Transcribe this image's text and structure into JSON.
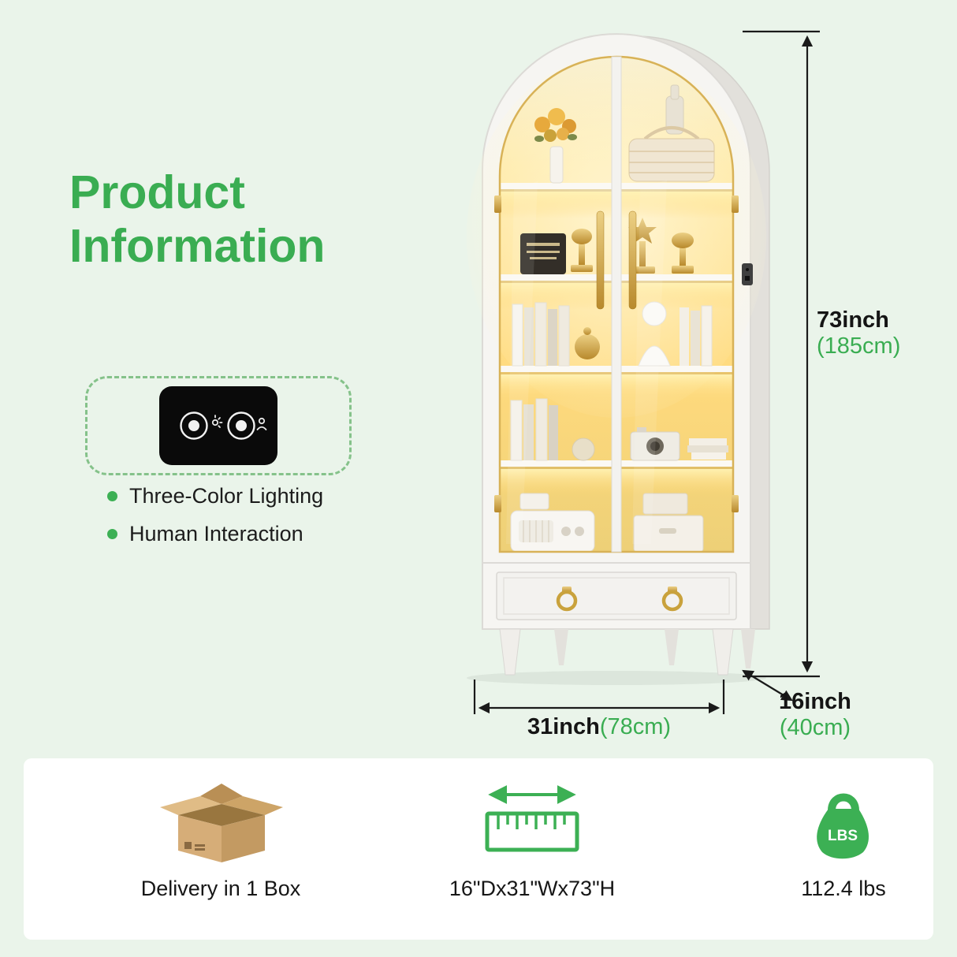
{
  "header": {
    "title_line1": "Product",
    "title_line2": "Information"
  },
  "features": {
    "items": [
      "Three-Color Lighting",
      "Human Interaction"
    ]
  },
  "dimensions": {
    "height_in": "73inch",
    "height_cm": "(185cm)",
    "width_in": "31inch",
    "width_cm": "(78cm)",
    "depth_in": "16inch",
    "depth_cm": "(40cm)"
  },
  "footer": {
    "delivery_label": "Delivery in 1 Box",
    "size_label": "16\"Dx31\"Wx73\"H",
    "weight_label": "112.4 lbs",
    "weight_icon_text": "LBS"
  },
  "icons": {
    "remote": "two-ring-buttons-remote",
    "box": "cardboard-delivery-box",
    "ruler": "ruler-with-width-arrow",
    "weight": "kettlebell-lbs-weight"
  },
  "colors": {
    "accent_green": "#3cb054",
    "title_green": "#3aad52",
    "background": "#eaf4ea",
    "led_glow": "#ffd878",
    "gold": "#c9a23c",
    "text_dark": "#151515"
  }
}
